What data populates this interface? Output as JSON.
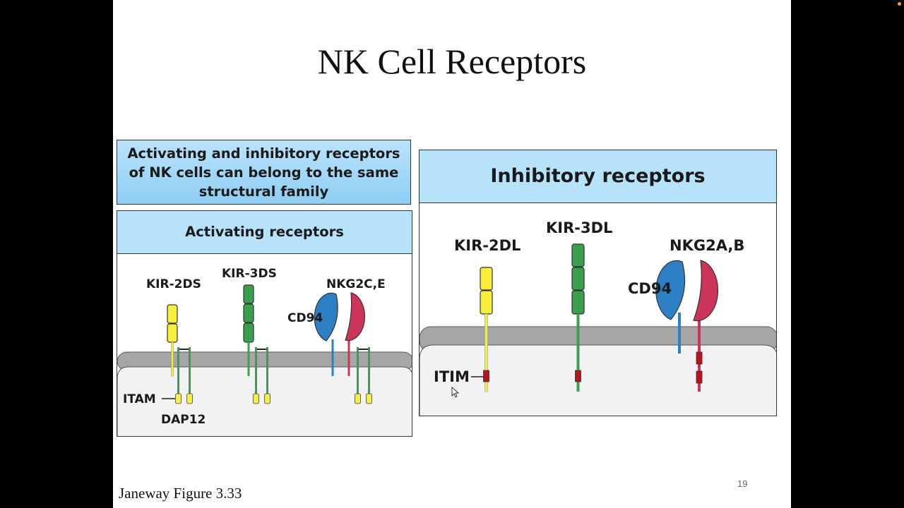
{
  "slide": {
    "title": "NK Cell Receptors",
    "number": "19",
    "source": "Janeway Figure 3.33"
  },
  "left_caption": "Activating and inhibitory receptors of NK cells can belong to the same structural family",
  "activating_panel": {
    "header": "Activating receptors",
    "labels": {
      "kir_2ds": "KIR-2DS",
      "kir_3ds": "KIR-3DS",
      "nkg2ce": "NKG2C,E",
      "cd94": "CD94",
      "itam": "ITAM",
      "dap12": "DAP12"
    }
  },
  "inhibitory_panel": {
    "header": "Inhibitory receptors",
    "labels": {
      "kir_2dl": "KIR-2DL",
      "kir_3dl": "KIR-3DL",
      "nkg2ab": "NKG2A,B",
      "cd94": "CD94",
      "itim": "ITIM"
    }
  },
  "colors": {
    "kir_2d": "#f7ee3c",
    "kir_3d": "#3aa04e",
    "cd94": "#2d7fc4",
    "nkg2": "#cc3559",
    "motif_itim": "#c0101b",
    "header_bg": "#b6e3fa",
    "membrane": "#a6a6a6"
  }
}
